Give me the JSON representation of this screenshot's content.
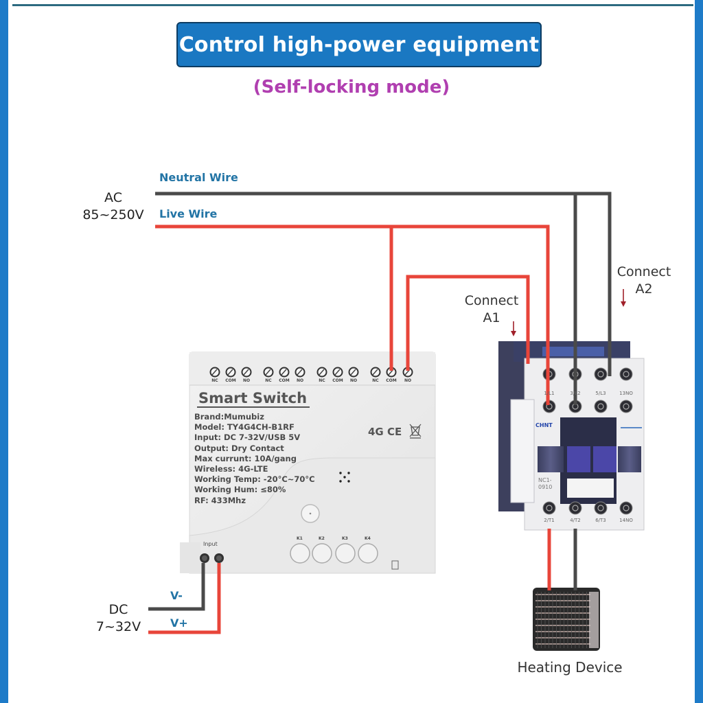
{
  "header": {
    "title": "Control high-power equipment",
    "subtitle": "(Self-locking mode)"
  },
  "ac_supply": {
    "label_line1": "AC",
    "label_line2": "85~250V",
    "neutral_label": "Neutral Wire",
    "live_label": "Live Wire"
  },
  "dc_supply": {
    "label_line1": "DC",
    "label_line2": "7~32V",
    "negative_label": "V-",
    "positive_label": "V+"
  },
  "smart_switch": {
    "title": "Smart  Switch",
    "specs": [
      "Brand:Mumubiz",
      "Model:  TY4G4CH-B1RF",
      "Input:  DC 7-32V/USB 5V",
      "Output:  Dry Contact",
      "Max currunt:  10A/gang",
      "Wireless:  4G-LTE",
      "Working Temp:  -20°C~70°C",
      "Working Hum:  ≤80%",
      "RF:  433Mhz"
    ],
    "relay_terminals": [
      "NC",
      "COM",
      "NO",
      "NC",
      "COM",
      "NO",
      "NC",
      "COM",
      "NO",
      "NC",
      "COM",
      "NO"
    ],
    "buttons": [
      "K1",
      "K2",
      "K3",
      "K4"
    ],
    "input_label": "Input",
    "certifications": "4G CE"
  },
  "contactor": {
    "brand": "CHNT",
    "model_line1": "NC1-",
    "model_line2": "0910",
    "top_terminals": [
      "1/L1",
      "3/L2",
      "5/L3",
      "13NO"
    ],
    "bottom_terminals": [
      "2/T1",
      "4/T2",
      "6/T3",
      "14NO"
    ],
    "connect_a1_line1": "Connect",
    "connect_a1_line2": "A1",
    "connect_a2_line1": "Connect",
    "connect_a2_line2": "A2"
  },
  "load": {
    "label": "Heating Device"
  },
  "colors": {
    "title_bg": "#1a78c2",
    "subtitle": "#b03fb0",
    "wire_label": "#2274a5",
    "live_wire": "#e8453a",
    "neutral_wire": "#4a4a4a",
    "arrow": "#a0202a",
    "frame": "#1e7bc8"
  }
}
